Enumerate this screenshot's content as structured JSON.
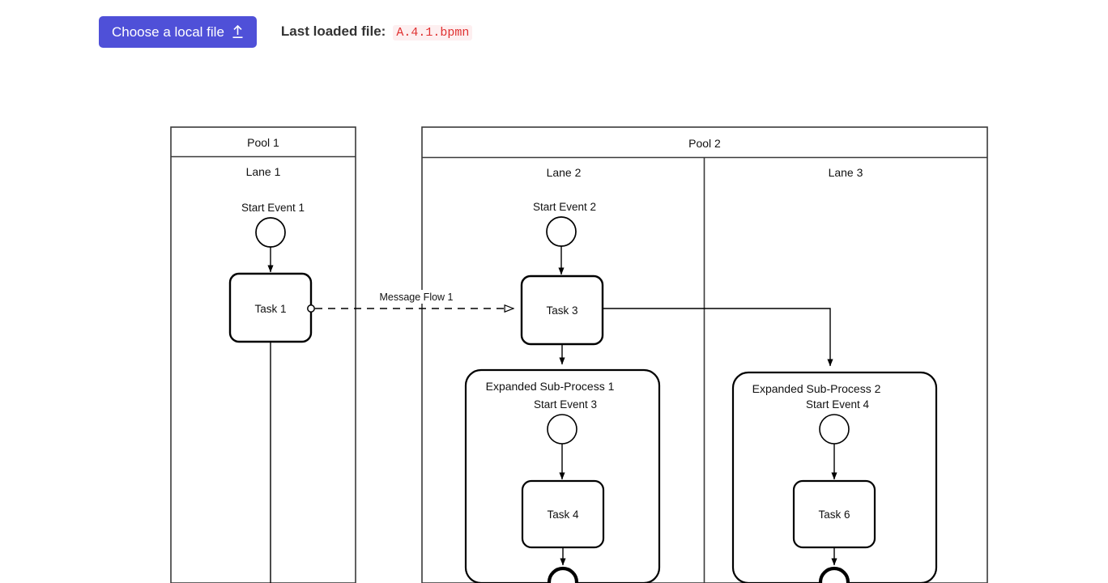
{
  "toolbar": {
    "choose_file_label": "Choose a local file",
    "upload_icon": "upload-arrow-icon",
    "last_loaded_label": "Last loaded file:",
    "last_loaded_file": "A.4.1.bpmn",
    "button_color": "#4f50d8",
    "filename_color": "#e03131"
  },
  "diagram": {
    "type": "bpmn-collaboration",
    "pools": [
      {
        "id": "pool1",
        "label": "Pool 1",
        "lanes": [
          {
            "id": "lane1",
            "label": "Lane 1"
          }
        ]
      },
      {
        "id": "pool2",
        "label": "Pool 2",
        "lanes": [
          {
            "id": "lane2",
            "label": "Lane 2"
          },
          {
            "id": "lane3",
            "label": "Lane 3"
          }
        ]
      }
    ],
    "events": [
      {
        "id": "se1",
        "label": "Start Event 1",
        "type": "start-event",
        "container": "lane1"
      },
      {
        "id": "se2",
        "label": "Start Event 2",
        "type": "start-event",
        "container": "lane2"
      },
      {
        "id": "se3",
        "label": "Start Event 3",
        "type": "start-event",
        "container": "subprocess1"
      },
      {
        "id": "se4",
        "label": "Start Event 4",
        "type": "start-event",
        "container": "subprocess2"
      },
      {
        "id": "ee1",
        "label": "",
        "type": "end-event",
        "container": "subprocess1"
      },
      {
        "id": "ee2",
        "label": "",
        "type": "end-event",
        "container": "subprocess2"
      }
    ],
    "tasks": [
      {
        "id": "t1",
        "label": "Task 1",
        "container": "lane1"
      },
      {
        "id": "t3",
        "label": "Task 3",
        "container": "lane2"
      },
      {
        "id": "t4",
        "label": "Task 4",
        "container": "subprocess1"
      },
      {
        "id": "t6",
        "label": "Task 6",
        "container": "subprocess2"
      }
    ],
    "subprocesses": [
      {
        "id": "subprocess1",
        "label": "Expanded Sub-Process 1",
        "container": "lane2"
      },
      {
        "id": "subprocess2",
        "label": "Expanded Sub-Process 2",
        "container": "lane3"
      }
    ],
    "message_flows": [
      {
        "id": "mf1",
        "label": "Message Flow 1",
        "source": "t1",
        "target": "t3"
      }
    ],
    "sequence_flows": [
      {
        "source": "se1",
        "target": "t1"
      },
      {
        "source": "t1",
        "target": ""
      },
      {
        "source": "se2",
        "target": "t3"
      },
      {
        "source": "t3",
        "target": "subprocess1"
      },
      {
        "source": "t3",
        "target": "subprocess2"
      },
      {
        "source": "se3",
        "target": "t4"
      },
      {
        "source": "t4",
        "target": "ee1"
      },
      {
        "source": "se4",
        "target": "t6"
      },
      {
        "source": "t6",
        "target": "ee2"
      }
    ]
  }
}
